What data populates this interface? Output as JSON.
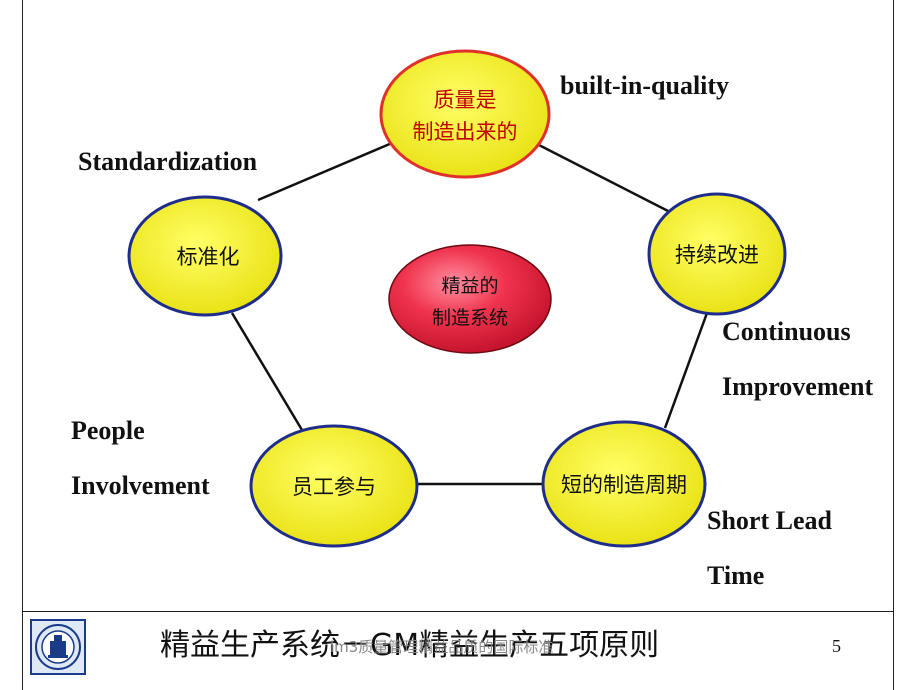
{
  "diagram": {
    "nodes": {
      "top": [
        "质量是",
        "制造出来的"
      ],
      "left": "标准化",
      "right": "持续改进",
      "bottom_left": "员工参与",
      "bottom_right": "短的制造周期",
      "center": [
        "精益的",
        "制造系统"
      ]
    },
    "labels": {
      "built_in_quality": "built-in-quality",
      "standardization": "Standardization",
      "continuous": "Continuous",
      "improvement": "Improvement",
      "people": "People",
      "involvement": "Involvement",
      "short_lead": "Short Lead",
      "time": "Time"
    },
    "colors": {
      "node_fill": "#f2ec2a",
      "node_border": "#1f2d8a",
      "top_node_border": "#e0302a",
      "top_text": "#c00000",
      "center_fill": "#e8203a"
    }
  },
  "footer": {
    "title": "精益生产系统－GM精益生产五项原则",
    "overlay": "lm3质量管理精益品质的国际标准",
    "page_number": "5",
    "logo_icon": "university-crest-icon"
  }
}
